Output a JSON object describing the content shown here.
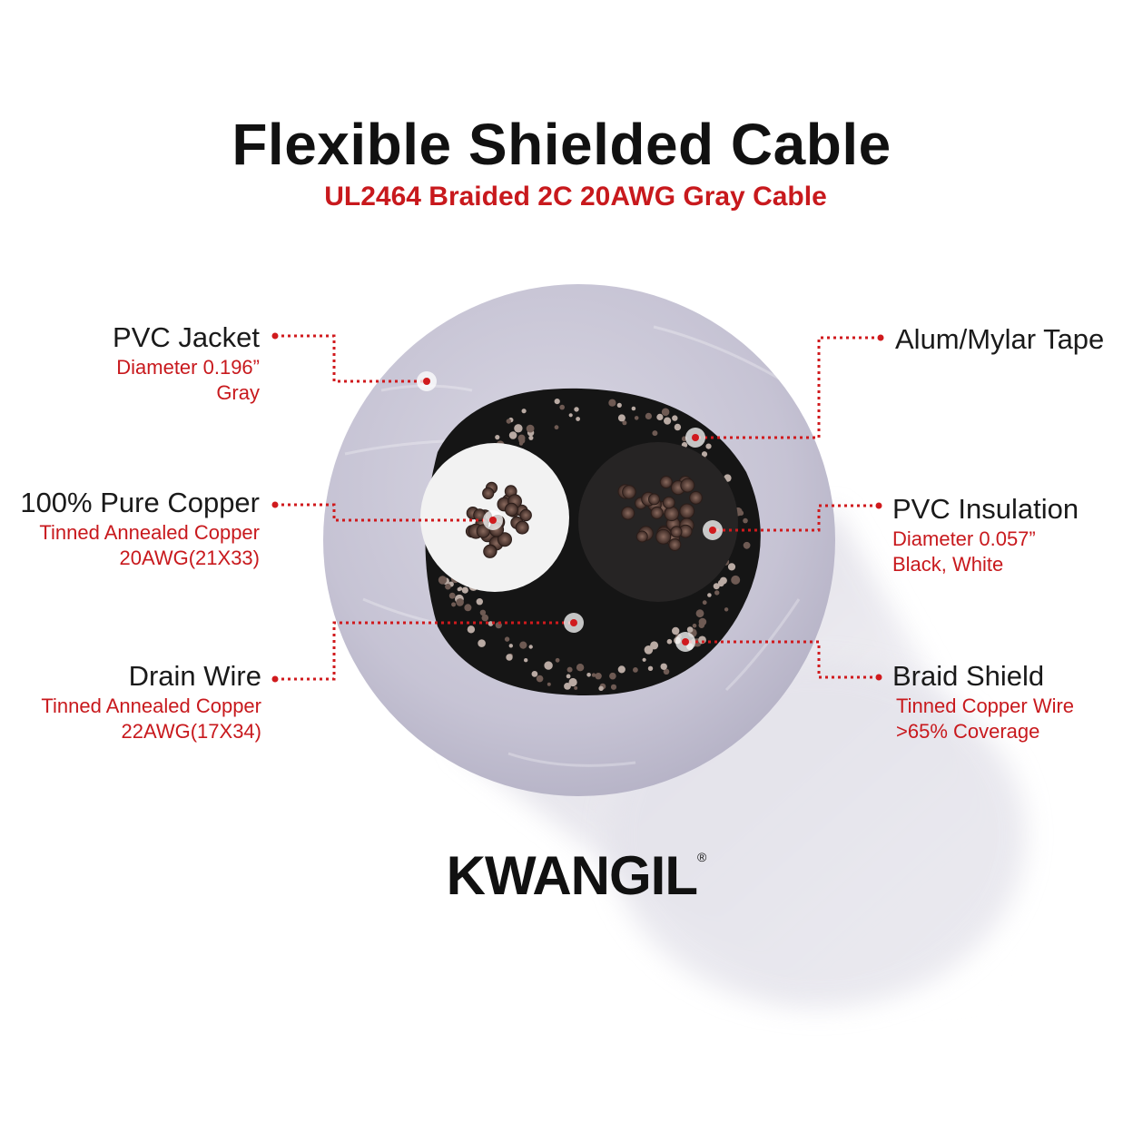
{
  "header": {
    "title": "Flexible Shielded Cable",
    "subtitle": "UL2464 Braided 2C 20AWG Gray Cable"
  },
  "labels": {
    "pvc_jacket": {
      "title": "PVC Jacket",
      "line1": "Diameter 0.196”",
      "line2": "Gray"
    },
    "copper": {
      "title": "100% Pure Copper",
      "line1": "Tinned Annealed Copper",
      "line2": "20AWG(21X33)"
    },
    "drain_wire": {
      "title": "Drain Wire",
      "line1": "Tinned Annealed Copper",
      "line2": "22AWG(17X34)"
    },
    "mylar_tape": {
      "title": "Alum/Mylar Tape"
    },
    "pvc_insulation": {
      "title": "PVC Insulation",
      "line1": "Diameter 0.057”",
      "line2": "Black, White"
    },
    "braid_shield": {
      "title": "Braid Shield",
      "line1": "Tinned Copper Wire",
      "line2": ">65% Coverage"
    }
  },
  "brand": {
    "name": "KWANGIL",
    "mark": "®"
  },
  "colors": {
    "accent_red": "#c8191d",
    "jacket_gray": "#c9c6d6",
    "core_black": "#151515",
    "insulation_white": "#f2f2f2",
    "copper": "#6b4f46"
  }
}
